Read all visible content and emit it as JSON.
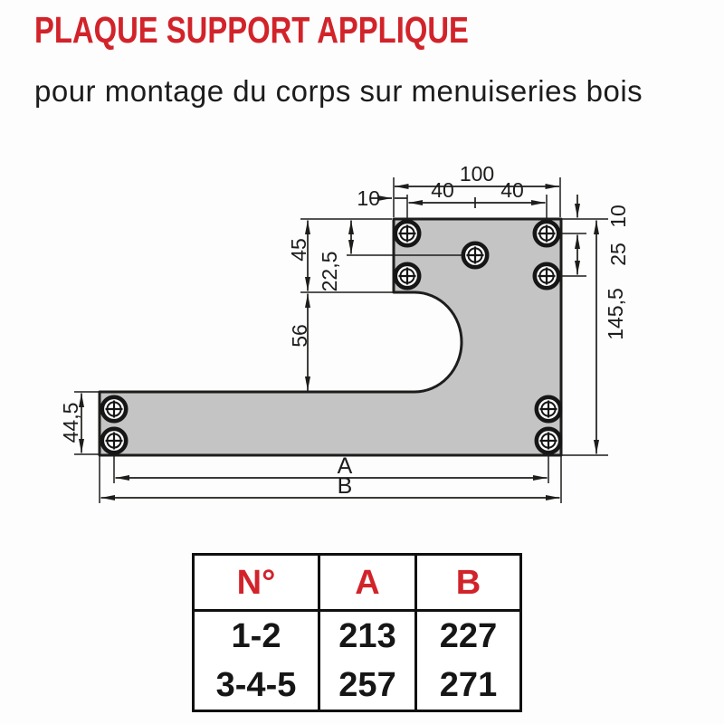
{
  "title": "PLAQUE SUPPORT APPLIQUE",
  "subtitle": "pour montage du corps sur menuiseries bois",
  "colors": {
    "accent_red": "#d2232a",
    "plate_gray": "#c4c4c4",
    "line_black": "#1d1d1b"
  },
  "drawing": {
    "dims": {
      "top_total": "100",
      "top_left_span": "40",
      "top_right_span": "40",
      "top_edge_offset": "10",
      "right_top_offset": "10",
      "right_hole_span": "25",
      "right_total": "145,5",
      "left_top": "45",
      "left_hole": "22,5",
      "left_mid": "56",
      "bar_height": "44,5",
      "span_a": "A",
      "span_b": "B"
    }
  },
  "table": {
    "headers": [
      "N°",
      "A",
      "B"
    ],
    "rows": [
      [
        "1-2",
        "213",
        "227"
      ],
      [
        "3-4-5",
        "257",
        "271"
      ]
    ]
  }
}
